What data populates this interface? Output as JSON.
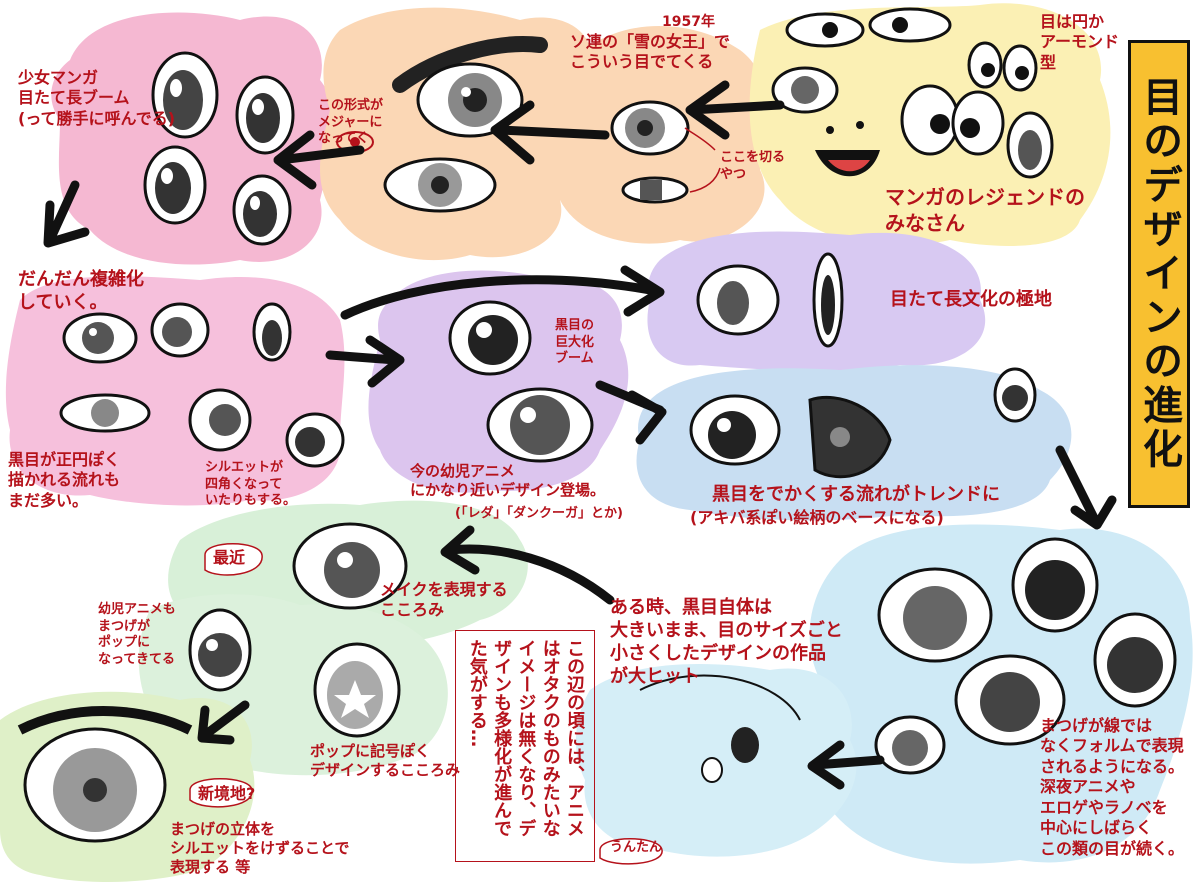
{
  "colors": {
    "pink": "#f5b8d2",
    "peach": "#fbd7b5",
    "yellow": "#fbf0b4",
    "lavender": "#d8c9f2",
    "lilac": "#dcc5ee",
    "lightblue": "#c8def2",
    "mint": "#d8f0d8",
    "green": "#dff0c8",
    "cyan": "#cfeaf6",
    "label": "#b5121b",
    "title_bg": "#f8c030"
  },
  "title": "目のデザインの進化",
  "labels": {
    "shoujo_boom": "少女マンガ\n目たて長ブーム\n(って勝手に呼んでる)",
    "format_major": "この形式が\nメジャーに\nなってく",
    "year": "1957年",
    "snow_queen": "ソ連の「雪の女王」で\nこういう目でてくる",
    "cut_here": "ここを切る\nやつ",
    "round_almond": "目は円か\nアーモンド\n型",
    "legends": "マンガのレジェンドの\nみなさん",
    "complex": "だんだん複雑化\nしていく。",
    "pupil_round": "黒目が正円ぽく\n描かれる流れも\nまだ多い。",
    "silhouette": "シルエットが\n四角くなって\nいたりもする。",
    "pupil_big_boom": "黒目の\n巨大化\nブーム",
    "modern_kids": "今の幼児アニメ\nにかなり近いデザイン登場。",
    "example_titles": "(「レダ」「ダンクーガ」とか)",
    "tall_extreme": "目たて長文化の極地",
    "big_pupil_trend": "黒目をでかくする流れがトレンドに",
    "akiba_base": "(アキバ系ぽい絵柄のベースになる)",
    "recent": "最近",
    "makeup": "メイクを表現する\nこころみ",
    "kids_lashes": "幼児アニメも\nまつげが\nポップに\nなってきてる",
    "pop_symbol": "ポップに記号ぽく\nデザインするこころみ",
    "hit": "ある時、黒目自体は\n大きいまま、目のサイズごと\n小さくしたデザインの作品\nが大ヒット",
    "otaku_note": "この辺の頃には、アニメはオタクのものみたいなイメージは無くなり、デザインも多様化が進んでた気がする…",
    "lashes_form": "まつげが線では\nなくフォルムで表現\nされるようになる。\n深夜アニメや\nエロゲやラノベを\n中心にしばらく\nこの類の目が続く。",
    "new_frontier": "新境地?",
    "lash_3d": "まつげの立体を\nシルエットをけずることで\n表現する 等",
    "untan": "うんたん"
  }
}
